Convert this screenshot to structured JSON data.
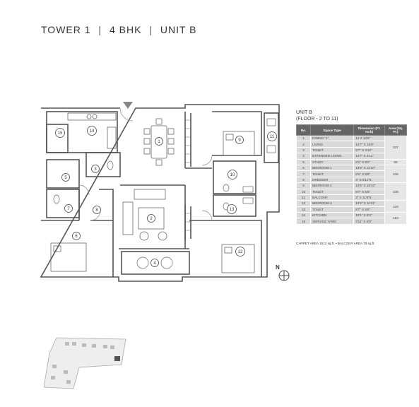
{
  "header": {
    "tower": "TOWER 1",
    "type": "4 BHK",
    "unit": "UNIT B"
  },
  "unit_info": {
    "title": "UNIT B",
    "floors": "(FLOOR - 2 TO 11)"
  },
  "table": {
    "headers": [
      "No.",
      "Space Type",
      "Dimension (Ft. Inch)",
      "Area (Sq. Ft.)"
    ],
    "rows": [
      {
        "no": "1",
        "space": "DINING  \"1\"",
        "dim": "14  X 12'5\""
      },
      {
        "no": "2",
        "space": "LIVING",
        "dim": "14'7\" X 15'8\""
      },
      {
        "no": "3",
        "space": "TOILET",
        "dim": "5'7\" X 4'10\""
      },
      {
        "no": "4",
        "space": "EXTENDED LIVING",
        "dim": "14'7\" X 4'11\""
      },
      {
        "no": "5",
        "space": "STUDY",
        "dim": "8'1\" X 8'2\""
      },
      {
        "no": "6",
        "space": "BEDROOM 1",
        "dim": "13'9\" X 11'10\""
      },
      {
        "no": "7",
        "space": "TOILET",
        "dim": "8'1\" X 5'8\""
      },
      {
        "no": "8",
        "space": "DRESSER",
        "dim": "4\" X 5'11\"5"
      },
      {
        "no": "9",
        "space": "BEDROOM 2",
        "dim": "13'5\" X 10'10\""
      },
      {
        "no": "10",
        "space": "TOILET",
        "dim": "8'7\" X 5'5\""
      },
      {
        "no": "11",
        "space": "BALCONY",
        "dim": "3\" X 11'6\"5"
      },
      {
        "no": "12",
        "space": "BEDROOM 3",
        "dim": "13'2\" X 11'11\""
      },
      {
        "no": "13",
        "space": "TOILET",
        "dim": "8'7\" X 5'6\""
      },
      {
        "no": "14",
        "space": "KITCHEN",
        "dim": "10'1\" X 8'4\""
      },
      {
        "no": "15",
        "space": "SERVICE YARD",
        "dim": "3'11\" X 6'9\""
      }
    ],
    "area_groups": [
      "537",
      "66",
      "236",
      "239",
      "216",
      "110"
    ]
  },
  "footer": {
    "carpet": "CARPET AREA 1512 sq.ft.",
    "bullet": "•",
    "balcony": "BALCONY AREA 70 sq.ft."
  },
  "plan": {
    "room_numbers": [
      "1",
      "2",
      "3",
      "4",
      "5",
      "6",
      "7",
      "8",
      "9",
      "10",
      "11",
      "12",
      "13",
      "14",
      "15"
    ],
    "north_label": "N",
    "icons": [
      "entry-arrow-icon",
      "compass-icon"
    ]
  },
  "colors": {
    "wall": "#555555",
    "table_header": "#666666",
    "table_cell": "#d9d9d9"
  }
}
